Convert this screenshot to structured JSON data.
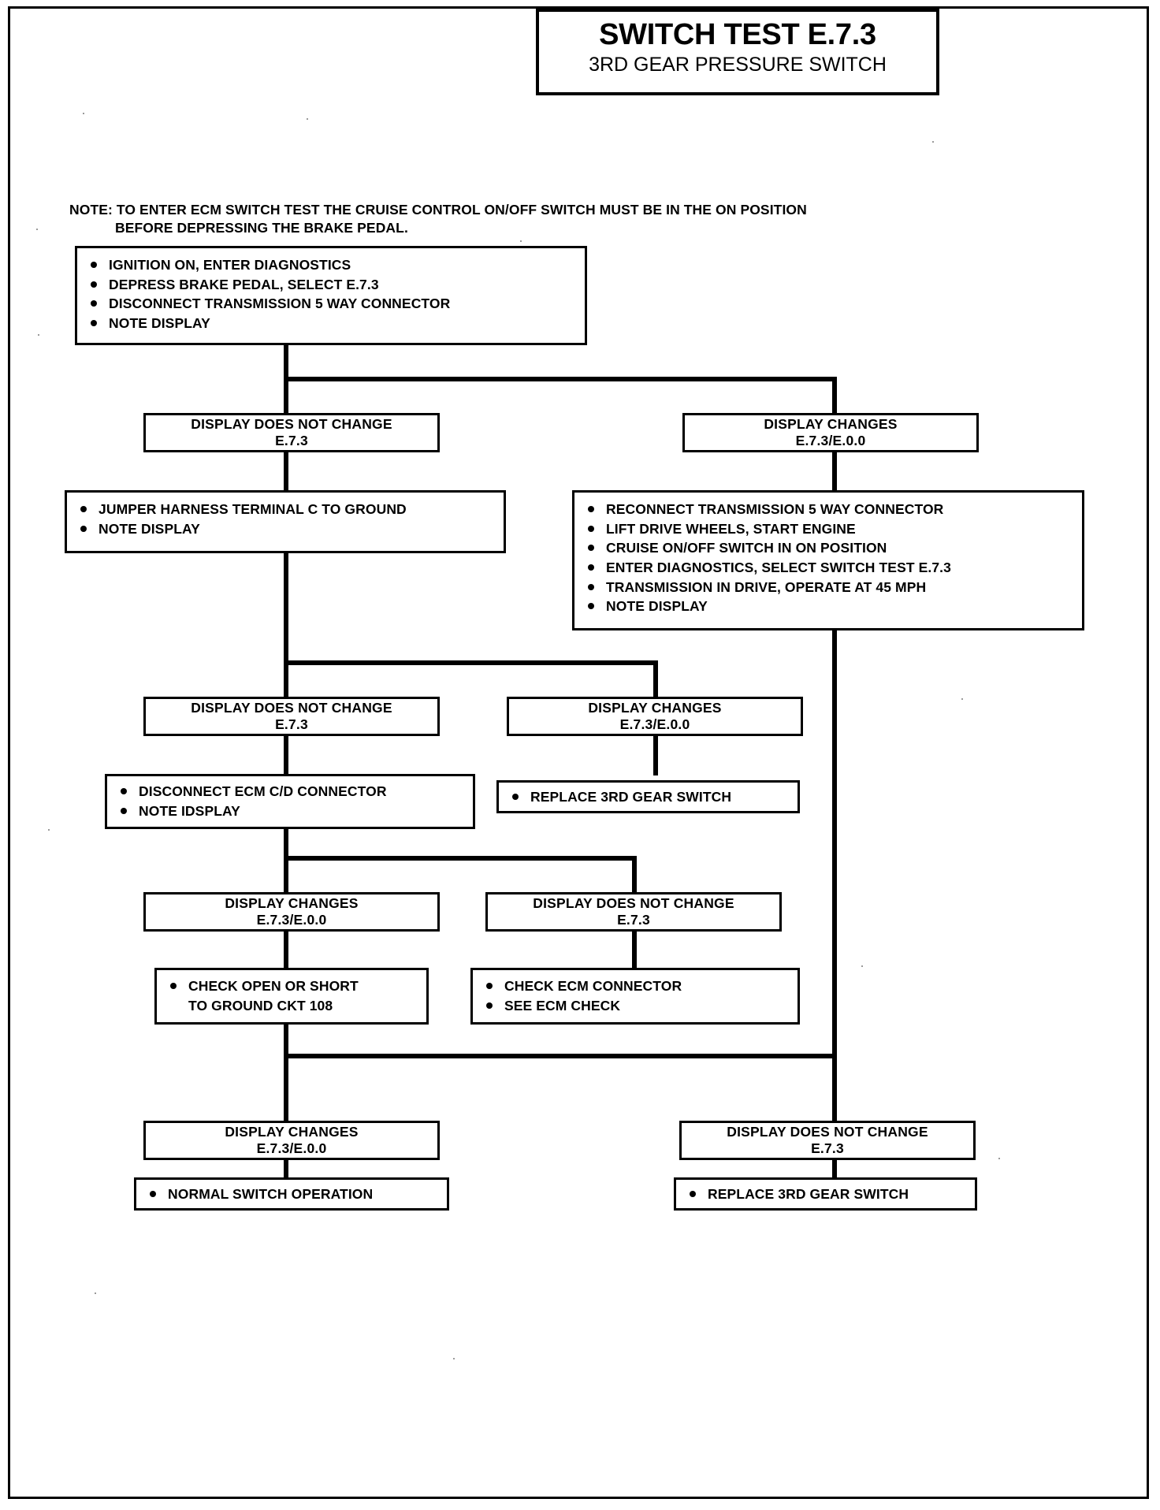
{
  "title": {
    "main": "SWITCH TEST E.7.3",
    "sub": "3RD GEAR PRESSURE SWITCH"
  },
  "note": {
    "line1": "NOTE: TO ENTER ECM SWITCH TEST THE CRUISE CONTROL ON/OFF SWITCH MUST BE IN THE ON POSITION",
    "line2": "BEFORE DEPRESSING THE BRAKE PEDAL."
  },
  "flow": {
    "start_box": {
      "items": [
        "IGNITION ON, ENTER DIAGNOSTICS",
        "DEPRESS BRAKE PEDAL, SELECT E.7.3",
        "DISCONNECT TRANSMISSION 5 WAY CONNECTOR",
        "NOTE DISPLAY"
      ]
    },
    "d1_left": {
      "line1": "DISPLAY DOES NOT CHANGE",
      "line2": "E.7.3"
    },
    "d1_right": {
      "line1": "DISPLAY CHANGES",
      "line2": "E.7.3/E.0.0"
    },
    "a2_left": {
      "items": [
        "JUMPER HARNESS TERMINAL C TO GROUND",
        "NOTE DISPLAY"
      ]
    },
    "a2_right": {
      "items": [
        "RECONNECT TRANSMISSION 5 WAY CONNECTOR",
        "LIFT DRIVE WHEELS,  START ENGINE",
        "CRUISE ON/OFF  SWITCH IN ON POSITION",
        "ENTER DIAGNOSTICS,  SELECT SWITCH TEST E.7.3",
        "TRANSMISSION IN DRIVE, OPERATE AT 45 MPH",
        "NOTE DISPLAY"
      ]
    },
    "d2_left": {
      "line1": "DISPLAY DOES NOT CHANGE",
      "line2": "E.7.3"
    },
    "d2_right": {
      "line1": "DISPLAY CHANGES",
      "line2": "E.7.3/E.0.0"
    },
    "a3_left": {
      "items": [
        "DISCONNECT ECM C/D CONNECTOR",
        "NOTE IDSPLAY"
      ]
    },
    "a3_right": {
      "text": "REPLACE 3RD GEAR SWITCH"
    },
    "d3_left": {
      "line1": "DISPLAY CHANGES",
      "line2": "E.7.3/E.0.0"
    },
    "d3_right": {
      "line1": "DISPLAY DOES NOT CHANGE",
      "line2": "E.7.3"
    },
    "a4_left": {
      "items": [
        "CHECK OPEN OR SHORT",
        "TO GROUND CKT 108"
      ]
    },
    "a4_right": {
      "items": [
        "CHECK ECM CONNECTOR",
        "SEE ECM CHECK"
      ]
    },
    "d4_left": {
      "line1": "DISPLAY CHANGES",
      "line2": "E.7.3/E.0.0"
    },
    "d4_right": {
      "line1": "DISPLAY DOES NOT CHANGE",
      "line2": "E.7.3"
    },
    "a5_left": {
      "text": "NORMAL SWITCH OPERATION"
    },
    "a5_right": {
      "text": "REPLACE 3RD GEAR SWITCH"
    }
  },
  "colors": {
    "ink": "#000000",
    "paper": "#ffffff"
  }
}
